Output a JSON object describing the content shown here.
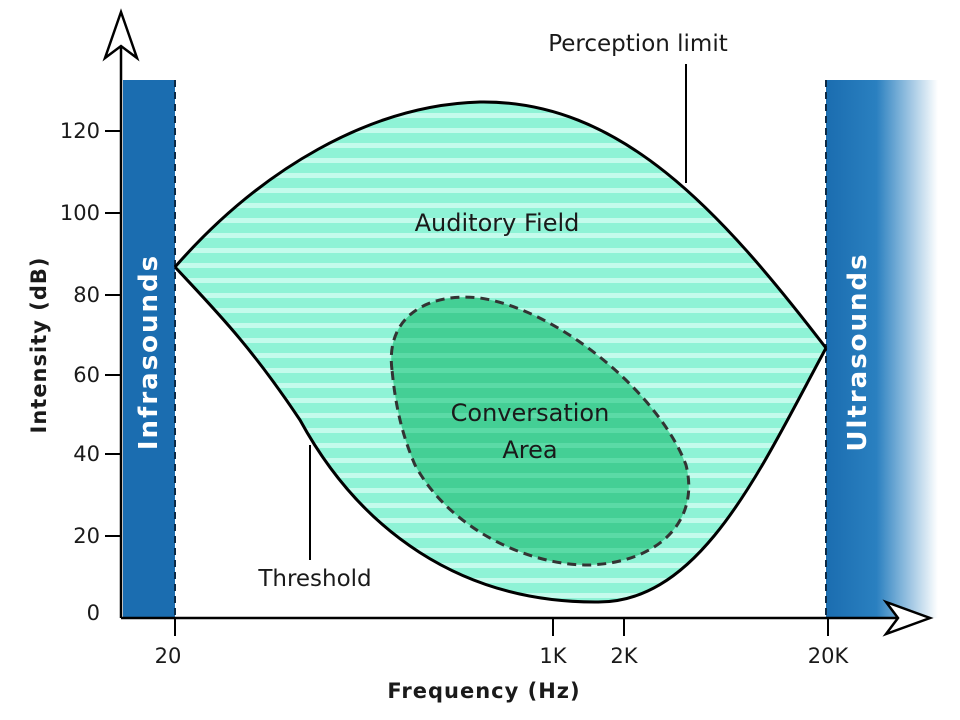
{
  "chart_data": {
    "type": "area",
    "ylabel": "Intensity (dB)",
    "xlabel": "Frequency (Hz)",
    "y_ticks": [
      "0",
      "20",
      "40",
      "60",
      "80",
      "100",
      "120"
    ],
    "x_ticks": [
      "20",
      "1K",
      "2K",
      "20K"
    ],
    "ylim": [
      0,
      130
    ],
    "regions": {
      "infrasound_band": "Infrasounds",
      "ultrasound_band": "Ultrasounds",
      "auditory_field": "Auditory Field",
      "conversation_line1": "Conversation",
      "conversation_line2": "Area"
    },
    "annotations": {
      "upper_curve": "Perception limit",
      "lower_curve": "Threshold"
    },
    "colors": {
      "band": "#1b6db0",
      "field": "#7ff0d0",
      "conversation": "#3ec990",
      "outline": "#000000"
    }
  }
}
